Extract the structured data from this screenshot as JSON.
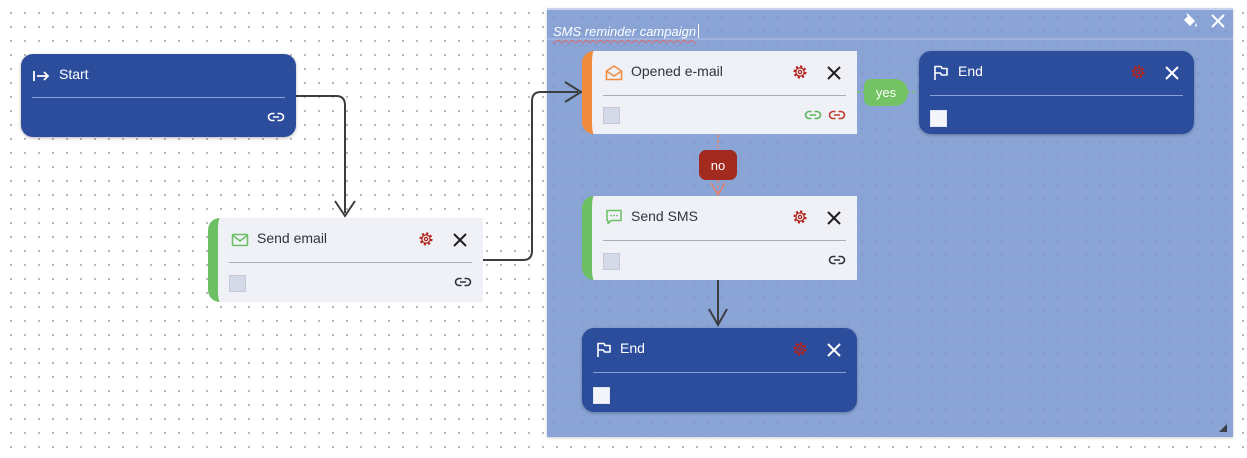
{
  "group": {
    "title": "SMS reminder campaign",
    "icons": [
      "paint-bucket-icon",
      "close-icon"
    ],
    "background_color": "#8aa4d6"
  },
  "nodes": {
    "start": {
      "title": "Start",
      "icon": "start-arrow-icon"
    },
    "send_email": {
      "title": "Send email",
      "icon": "envelope-icon",
      "accent": "#6cc063"
    },
    "opened_email": {
      "title": "Opened e-mail",
      "icon": "open-envelope-icon",
      "accent": "#f08a3c"
    },
    "send_sms": {
      "title": "Send SMS",
      "icon": "chat-bubble-icon",
      "accent": "#6cc063"
    },
    "end_top": {
      "title": "End",
      "icon": "flag-icon"
    },
    "end_bottom": {
      "title": "End",
      "icon": "flag-icon"
    }
  },
  "edges": {
    "yes_label": "yes",
    "no_label": "no",
    "yes_color": "#73c263",
    "no_color": "#a32a1f"
  },
  "colors": {
    "node_blue": "#2c4c9c",
    "settings_red": "#b3261e",
    "link_red": "#c0392b",
    "link_green": "#5cb85c"
  }
}
